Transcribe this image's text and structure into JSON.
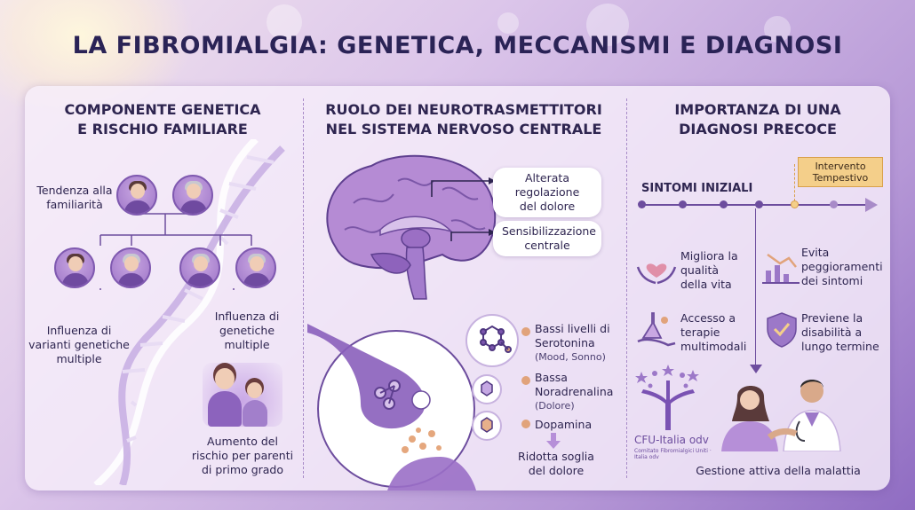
{
  "title": "LA FIBROMIALGIA: GENETICA, MECCANISMI E DIAGNOSI",
  "columns": [
    {
      "heading_line1": "COMPONENTE GENETICA",
      "heading_line2": "E RISCHIO FAMILIARE",
      "labels": {
        "tendenza_1": "Tendenza alla",
        "tendenza_2": "familiarità",
        "influenza_a_1": "Influenza di",
        "influenza_a_2": "varianti genetiche",
        "influenza_a_3": "multiple",
        "influenza_b_1": "Influenza di",
        "influenza_b_2": "genetiche",
        "influenza_b_3": "multiple",
        "aumento_1": "Aumento del",
        "aumento_2": "rischio per parenti",
        "aumento_3": "di primo grado"
      }
    },
    {
      "heading_line1": "RUOLO DEI NEUROTRASMETTITORI",
      "heading_line2": "NEL SISTEMA NERVOSO CENTRALE",
      "labels": {
        "alterata_1": "Alterata regolazione",
        "alterata_2": "del dolore",
        "sensib_1": "Sensibilizzazione",
        "sensib_2": "centrale",
        "sero_1": "Bassi livelli di",
        "sero_2": "Serotonina",
        "sero_3": "(Mood, Sonno)",
        "nora_1": "Bassa",
        "nora_2": "Noradrenalina",
        "nora_3": "(Dolore)",
        "dopa": "Dopamina",
        "ridotta_1": "Ridotta soglia",
        "ridotta_2": "del dolore"
      }
    },
    {
      "heading_line1": "IMPORTANZA DI UNA",
      "heading_line2": "DIAGNOSI PRECOCE",
      "labels": {
        "intervento_1": "Intervento",
        "intervento_2": "Tempestivo",
        "sintomi": "SINTOMI INIZIALI",
        "migliora_1": "Migliora la",
        "migliora_2": "qualità",
        "migliora_3": "della vita",
        "evita_1": "Evita",
        "evita_2": "peggioramenti",
        "evita_3": "dei sintomi",
        "accesso_1": "Accesso a",
        "accesso_2": "terapie",
        "accesso_3": "multimodali",
        "previene_1": "Previene la",
        "previene_2": "disabilità a",
        "previene_3": "lungo termine",
        "logo_name": "CFU-Italia odv",
        "logo_sub": "Comitato Fibromialgici Uniti · Italia odv",
        "gestione": "Gestione attiva della malattia"
      }
    }
  ],
  "icons": [
    "family-tree-icon",
    "dna-helix-icon",
    "brain-icon",
    "synapse-icon",
    "serotonin-molecule-icon",
    "noradrenaline-molecule-icon",
    "dopamine-molecule-icon",
    "heart-hands-icon",
    "chart-down-icon",
    "flask-hand-icon",
    "shield-check-icon",
    "tree-logo-icon",
    "doctor-patient-icon"
  ],
  "colors": {
    "title": "#2a2356",
    "accent_purple": "#6d4d9e",
    "tag_bg": "#f4cf8a"
  }
}
